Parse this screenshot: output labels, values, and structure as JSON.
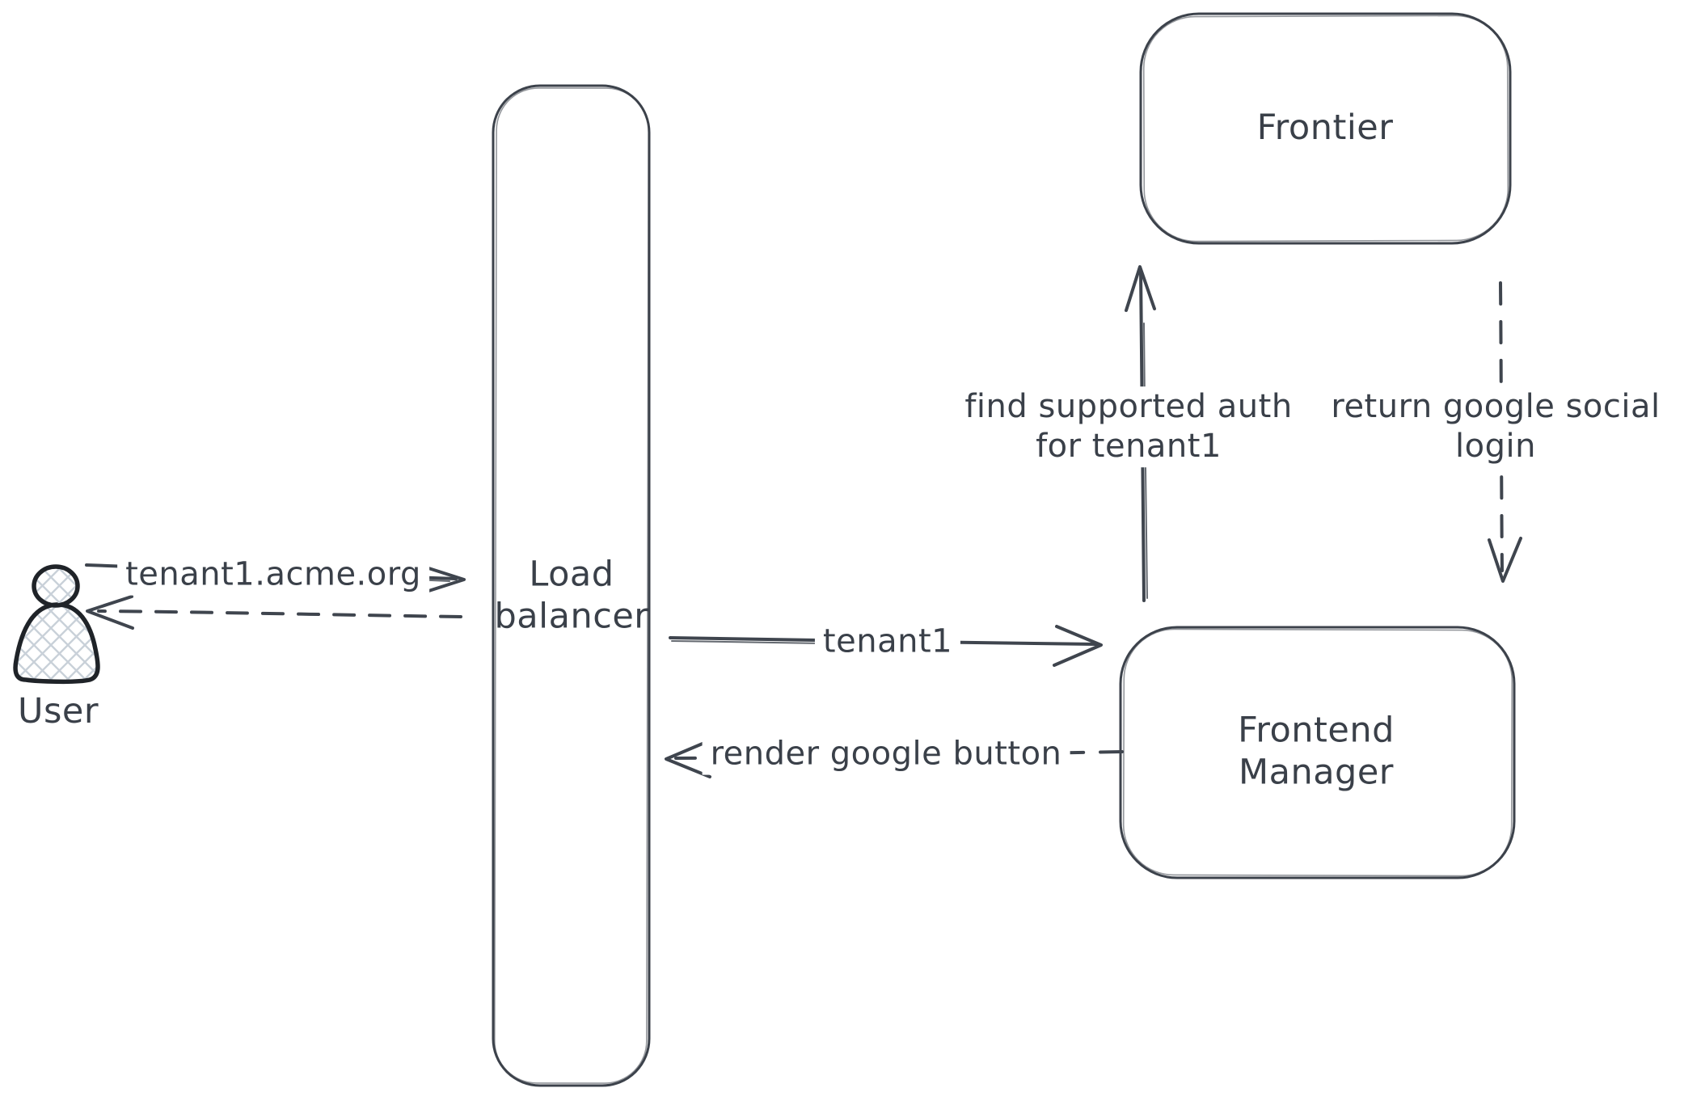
{
  "diagram": {
    "background_color": "#ffffff",
    "stroke_color": "#3c424b",
    "text_color": "#3a4049",
    "user_stroke_color": "#1f2328",
    "crosshatch_color": "#c9d1d9",
    "nodes": {
      "user": {
        "label": "User"
      },
      "load_balancer": {
        "lines": [
          "Load",
          "balancer"
        ]
      },
      "frontier": {
        "label": "Frontier"
      },
      "frontend_manager": {
        "lines": [
          "Frontend",
          "Manager"
        ]
      }
    },
    "arrows": {
      "user_to_load_balancer": {
        "label": "tenant1.acme.org",
        "style": "solid"
      },
      "load_balancer_to_user": {
        "label": "",
        "style": "dashed"
      },
      "load_balancer_to_frontend_manager": {
        "label": "tenant1",
        "style": "solid"
      },
      "frontend_manager_to_load_balancer": {
        "label": "render google button",
        "style": "dashed"
      },
      "frontend_manager_to_frontier": {
        "lines": [
          "find supported auth",
          "for tenant1"
        ],
        "style": "solid"
      },
      "frontier_to_frontend_manager": {
        "lines": [
          "return google social",
          "login"
        ],
        "style": "dashed"
      }
    }
  }
}
